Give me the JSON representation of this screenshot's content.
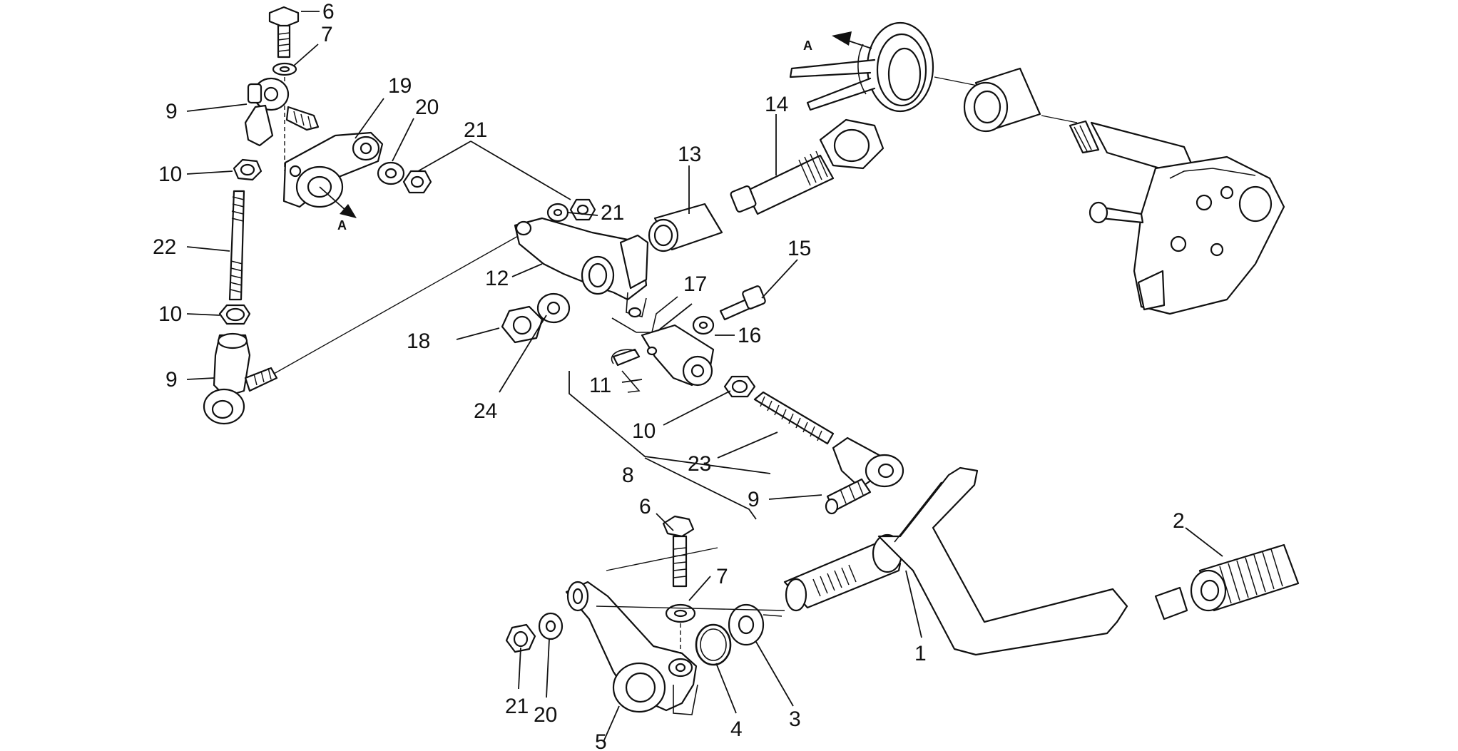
{
  "labels": {
    "n6a": "6",
    "n7a": "7",
    "n9a": "9",
    "n19": "19",
    "n20a": "20",
    "n21a": "21",
    "n10a": "10",
    "n22": "22",
    "n10b": "10",
    "n9b": "9",
    "n21b": "21",
    "n12": "12",
    "n13": "13",
    "n14": "14",
    "n15": "15",
    "n17": "17",
    "n16": "16",
    "n18": "18",
    "n24": "24",
    "n11": "11",
    "n10c": "10",
    "n23": "23",
    "n8": "8",
    "n9c": "9",
    "n6b": "6",
    "n7b": "7",
    "n2": "2",
    "n1": "1",
    "n21c": "21",
    "n20b": "20",
    "n4": "4",
    "n3": "3",
    "n5": "5"
  },
  "view_marks": {
    "a_left": "A",
    "a_top": "A"
  }
}
